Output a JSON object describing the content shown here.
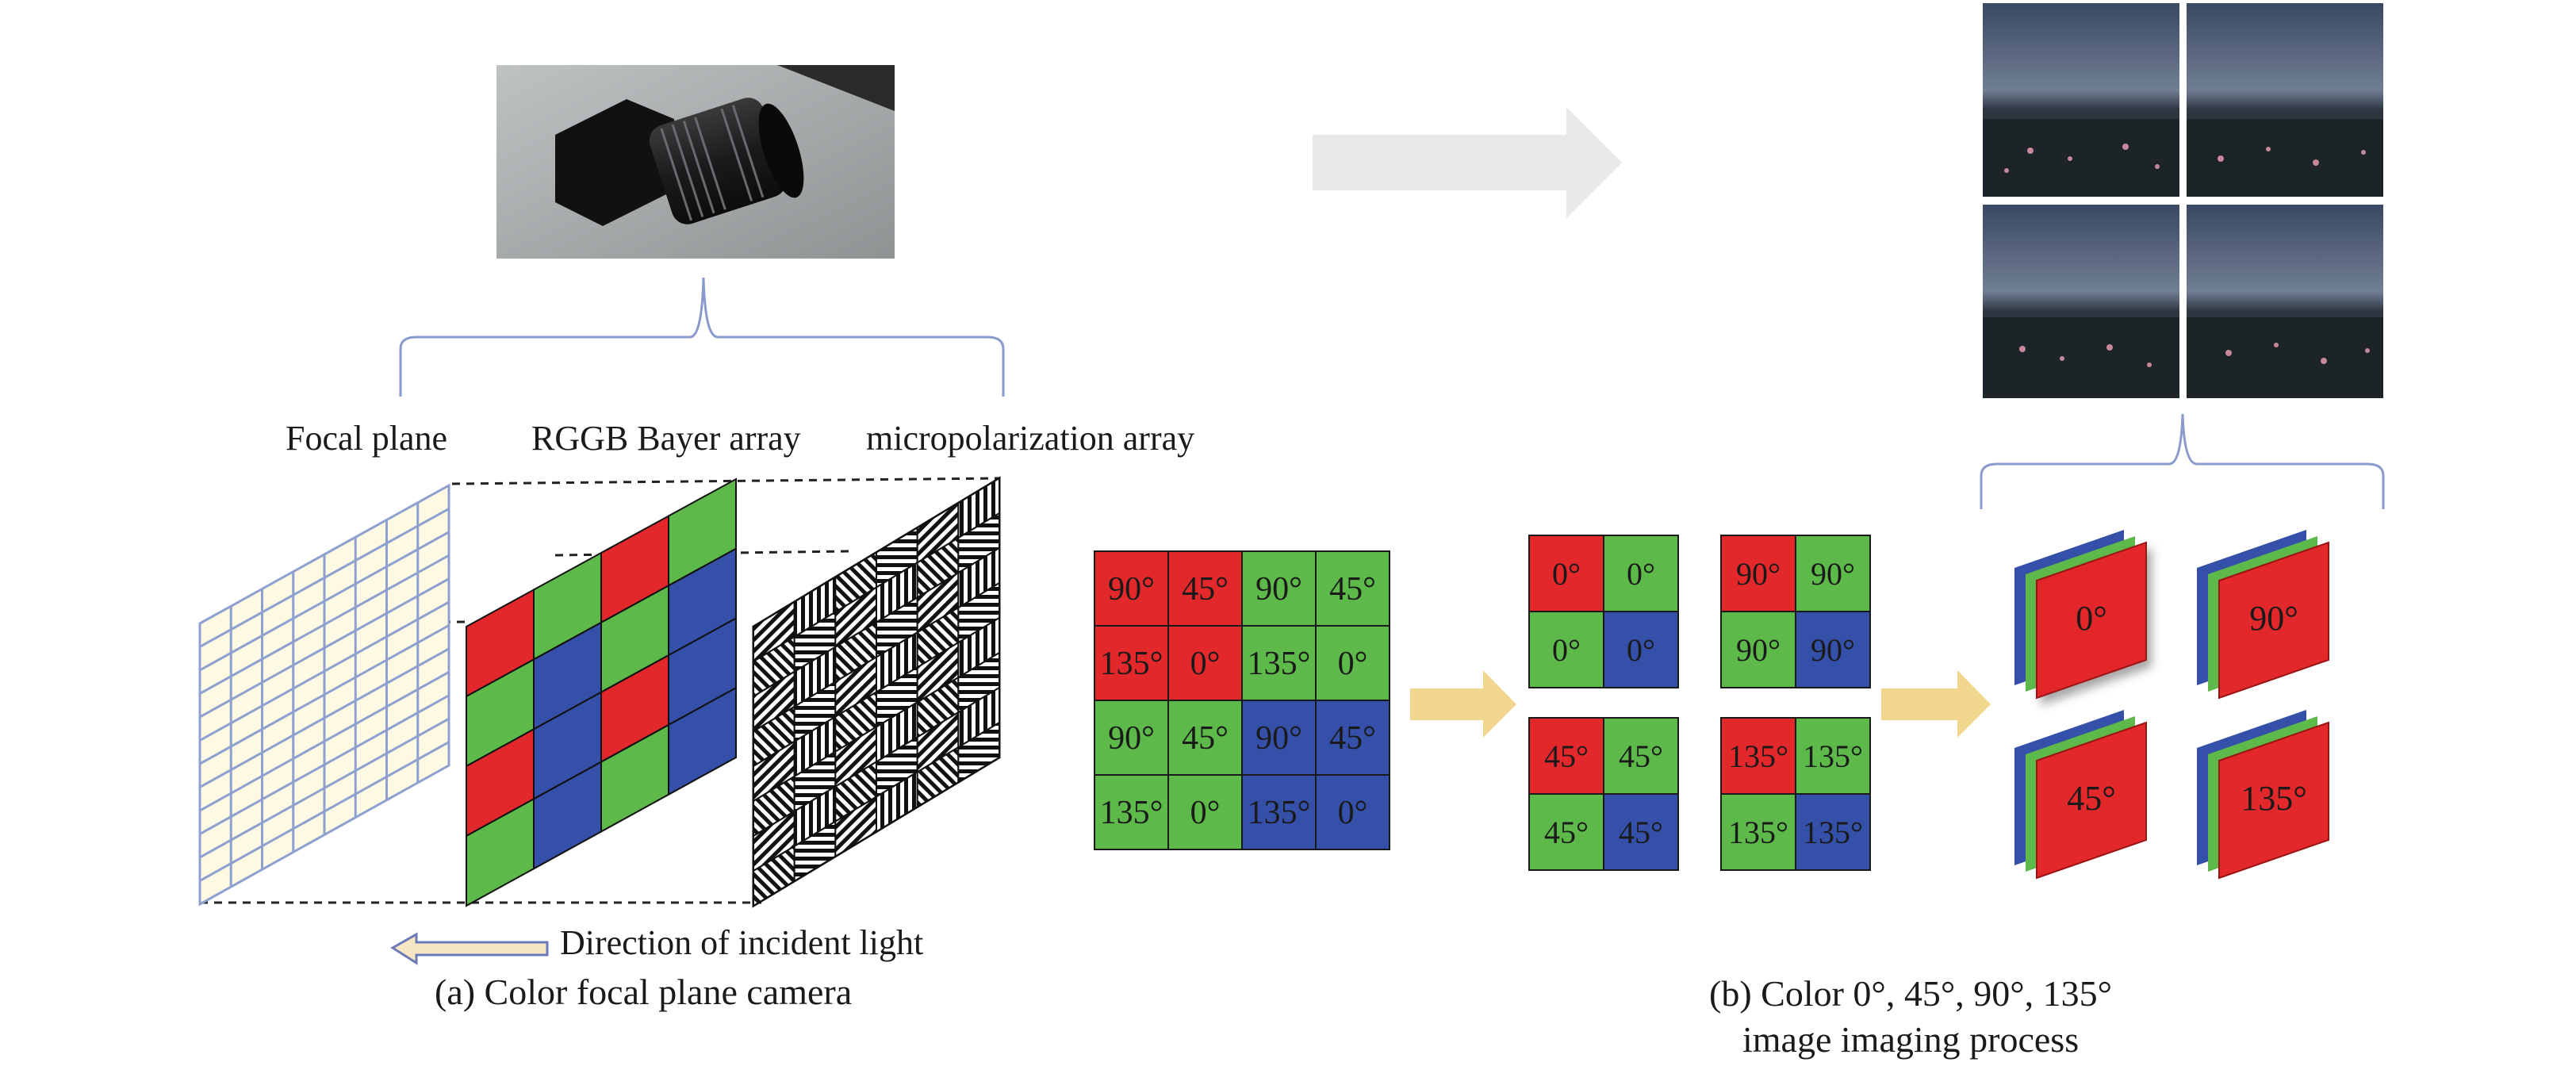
{
  "labels": {
    "focal_plane": "Focal plane",
    "bayer_array": "RGGB Bayer array",
    "micropolarization_array": "micropolarization array",
    "incident_light": "Direction of incident light",
    "caption_a": "(a) Color focal plane camera",
    "caption_b_line1": "(b) Color 0°, 45°, 90°, 135°",
    "caption_b_line2": "image imaging process"
  },
  "colors": {
    "red": "#e2282b",
    "green": "#5db949",
    "blue": "#3450a8",
    "grid_blue": "#8ea0cf",
    "grid_fill": "#fdf9e3",
    "brace": "#8a9acc",
    "yellow_arrow": "#f1d68e",
    "gray_arrow": "#e8e8e8"
  },
  "mosaic": {
    "rows": [
      [
        {
          "text": "90°",
          "color": "red"
        },
        {
          "text": "45°",
          "color": "red"
        },
        {
          "text": "90°",
          "color": "green"
        },
        {
          "text": "45°",
          "color": "green"
        }
      ],
      [
        {
          "text": "135°",
          "color": "red"
        },
        {
          "text": "0°",
          "color": "red"
        },
        {
          "text": "135°",
          "color": "green"
        },
        {
          "text": "0°",
          "color": "green"
        }
      ],
      [
        {
          "text": "90°",
          "color": "green"
        },
        {
          "text": "45°",
          "color": "green"
        },
        {
          "text": "90°",
          "color": "blue"
        },
        {
          "text": "45°",
          "color": "blue"
        }
      ],
      [
        {
          "text": "135°",
          "color": "green"
        },
        {
          "text": "0°",
          "color": "green"
        },
        {
          "text": "135°",
          "color": "blue"
        },
        {
          "text": "0°",
          "color": "blue"
        }
      ]
    ]
  },
  "subblocks": [
    {
      "name": "0",
      "cells": [
        "0°",
        "0°",
        "0°",
        "0°"
      ]
    },
    {
      "name": "90",
      "cells": [
        "90°",
        "90°",
        "90°",
        "90°"
      ]
    },
    {
      "name": "45",
      "cells": [
        "45°",
        "45°",
        "45°",
        "45°"
      ]
    },
    {
      "name": "135",
      "cells": [
        "135°",
        "135°",
        "135°",
        "135°"
      ]
    }
  ],
  "planes": [
    "0°",
    "90°",
    "45°",
    "135°"
  ]
}
